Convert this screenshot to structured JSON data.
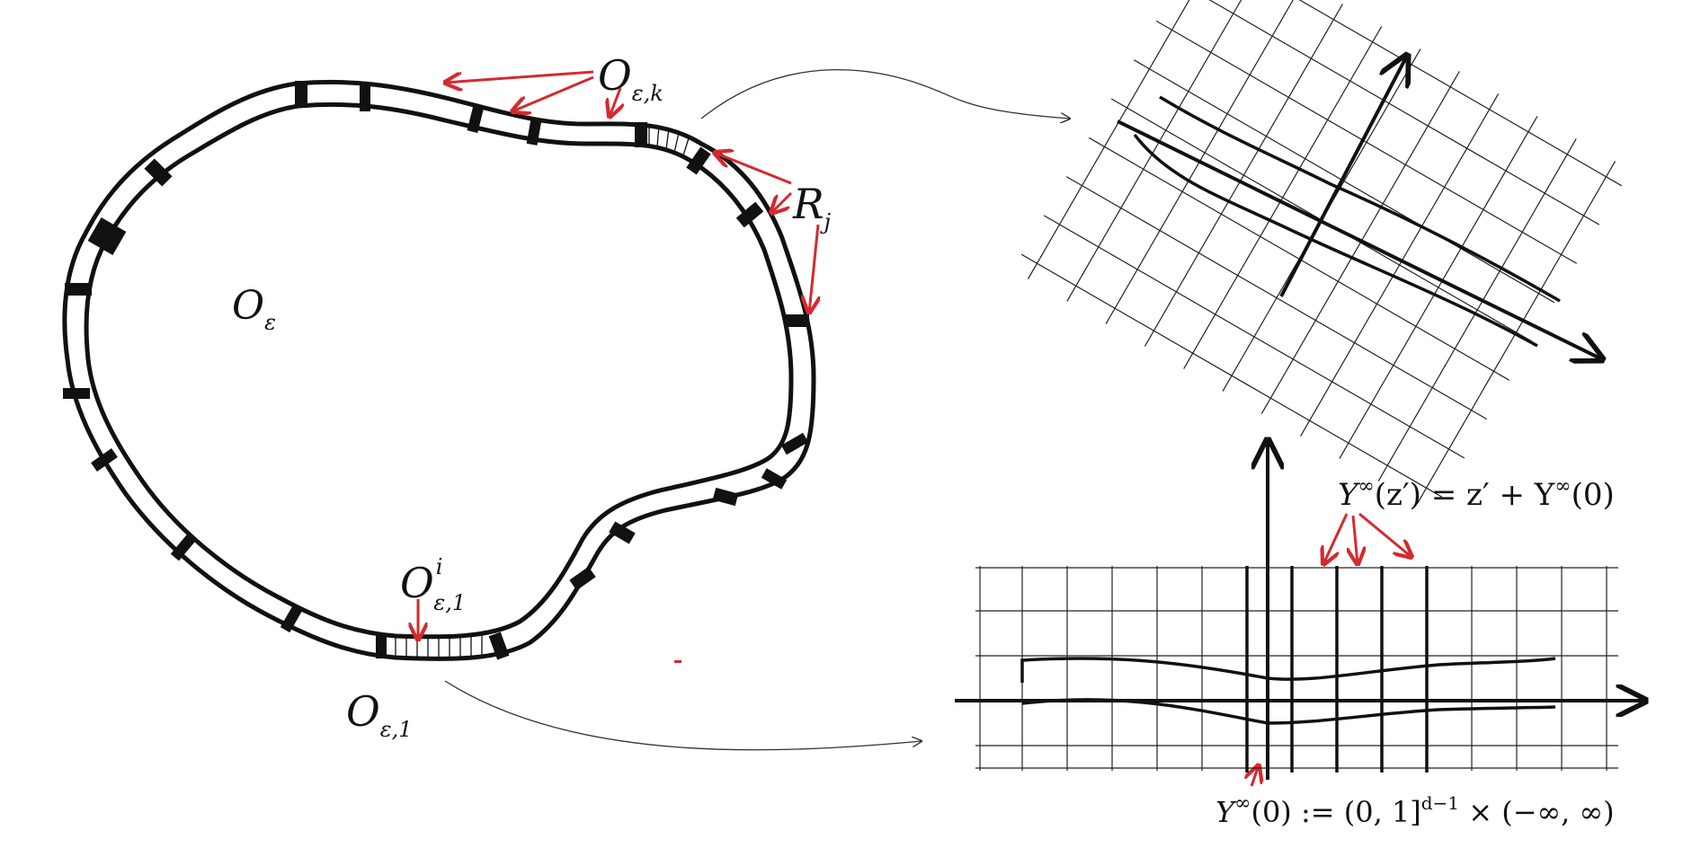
{
  "labels": {
    "domain_main": "O",
    "domain_main_sub": "ε",
    "cells_k": "O",
    "cells_k_sub": "ε,k",
    "rectangles": "R",
    "rectangles_sub": "j",
    "cell_one_i": "O",
    "cell_one_i_sup": "i",
    "cell_one_i_sub": "ε,1",
    "cell_one": "O",
    "cell_one_sub": "ε,1",
    "y_shift_a": "Y",
    "y_shift_sup": "∞",
    "y_shift_b": "(z′) = z′ + Y",
    "y_shift_sup2": "∞",
    "y_shift_c": "(0)",
    "y0_a": "Y",
    "y0_sup": "∞",
    "y0_b": "(0) := (0, 1]",
    "y0_sup2": "d−1",
    "y0_c": " × (−∞, ∞)"
  },
  "colors": {
    "ink": "#111111",
    "arrow_red": "#d42a2f",
    "grid": "#222222",
    "connector": "#333333"
  }
}
